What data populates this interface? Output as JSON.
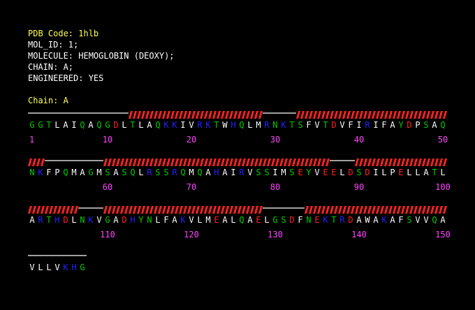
{
  "header": {
    "pdb_code": "PDB Code: 1hlb",
    "mol_id": "MOL_ID: 1;",
    "molecule": "MOLECULE: HEMOGLOBIN (DEOXY);",
    "chain_info": "CHAIN: A;",
    "engineered": "ENGINEERED: YES",
    "chain_label": "Chain: A"
  },
  "colors": {
    "background": "#000000",
    "header_yellow": "#ffff55",
    "hydrophobic": "#ffffff",
    "polar": "#00cc00",
    "acidic": "#ff2222",
    "basic": "#2222ff",
    "residue_number": "#ff44ff",
    "helix": "#ff2222",
    "coil": "#ffffff"
  },
  "lines": [
    {
      "sequence": "GGTLAIQAQGDLTLAQKKIVRKTWHQLMRNKTSFVTDVFIRIFAYDPSAQ",
      "numbers": [
        "1",
        "10",
        "20",
        "30",
        "40",
        "50"
      ],
      "secondary_structure": [
        {
          "type": "coil",
          "from": 1,
          "to": 12
        },
        {
          "type": "helix",
          "from": 13,
          "to": 28
        },
        {
          "type": "coil",
          "from": 29,
          "to": 32
        },
        {
          "type": "helix",
          "from": 33,
          "to": 50
        }
      ]
    },
    {
      "sequence": "NKFPQMAGMSASQLRSSRQMQAHAIRVSSIMSEYVEELDSDILPELLATL",
      "numbers": [
        "60",
        "70",
        "80",
        "90",
        "100"
      ],
      "secondary_structure": [
        {
          "type": "helix",
          "from": 51,
          "to": 52
        },
        {
          "type": "coil",
          "from": 53,
          "to": 59
        },
        {
          "type": "helix",
          "from": 60,
          "to": 86
        },
        {
          "type": "coil",
          "from": 87,
          "to": 89
        },
        {
          "type": "helix",
          "from": 90,
          "to": 100
        }
      ]
    },
    {
      "sequence": "ARTHDLNKVGADHYNLFAKVLMEALQAELGSDFNEKTRDAWAKAFSVVQA",
      "numbers": [
        "110",
        "120",
        "130",
        "140",
        "150"
      ],
      "secondary_structure": [
        {
          "type": "helix",
          "from": 101,
          "to": 106
        },
        {
          "type": "coil",
          "from": 107,
          "to": 109
        },
        {
          "type": "helix",
          "from": 110,
          "to": 128
        },
        {
          "type": "coil",
          "from": 129,
          "to": 133
        },
        {
          "type": "helix",
          "from": 134,
          "to": 150
        }
      ]
    },
    {
      "sequence": "VLLVKHG",
      "numbers": [],
      "secondary_structure": [
        {
          "type": "coil",
          "from": 151,
          "to": 157
        }
      ]
    }
  ]
}
